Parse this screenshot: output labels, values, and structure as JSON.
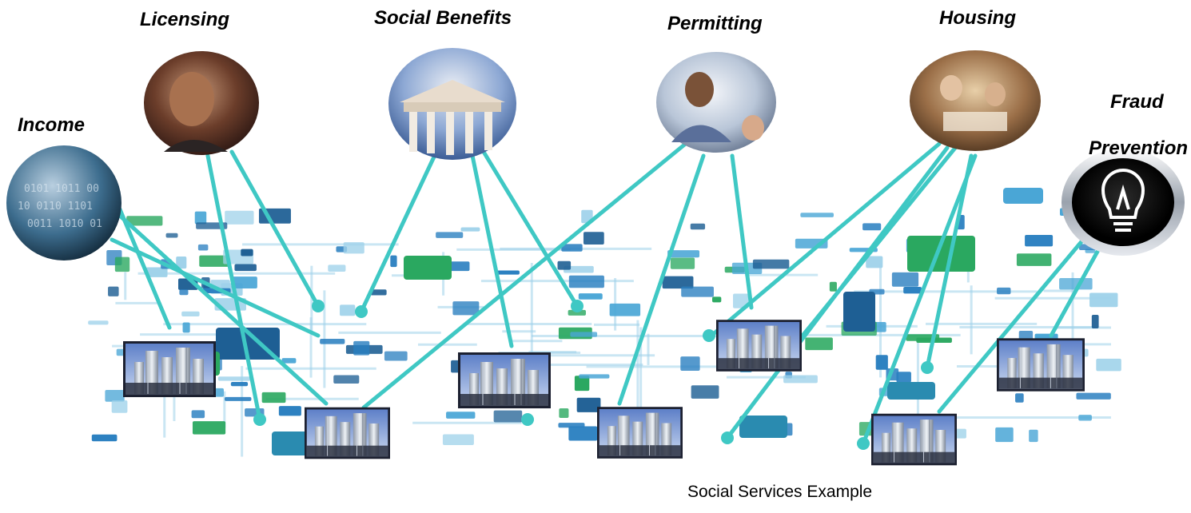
{
  "diagram": {
    "title": "",
    "caption": "Social Services Example",
    "programs": [
      {
        "id": "income",
        "label": "Income",
        "image": "binary-data-globe"
      },
      {
        "id": "licensing",
        "label": "Licensing",
        "image": "woman-headset-photo"
      },
      {
        "id": "social-benefits",
        "label": "Social Benefits",
        "image": "government-building-photo"
      },
      {
        "id": "permitting",
        "label": "Permitting",
        "image": "office-workers-photo"
      },
      {
        "id": "housing",
        "label": "Housing",
        "image": "family-meeting-photo"
      },
      {
        "id": "fraud-prevention",
        "label_lines": [
          "Fraud",
          "Prevention"
        ],
        "image": "lightbulb-icon"
      }
    ],
    "offices": [
      {
        "id": "office-1",
        "image": "office-buildings-photo"
      },
      {
        "id": "office-2",
        "image": "office-buildings-photo"
      },
      {
        "id": "office-3",
        "image": "office-buildings-photo"
      },
      {
        "id": "office-4",
        "image": "office-buildings-photo"
      },
      {
        "id": "office-5",
        "image": "office-buildings-photo"
      },
      {
        "id": "office-6",
        "image": "office-buildings-photo"
      },
      {
        "id": "office-7",
        "image": "office-buildings-photo"
      }
    ],
    "colors": {
      "connector": "#3fc8c4",
      "network_blue": "#2a7fc0",
      "network_green": "#2aa860",
      "network_light": "#9fd2ea"
    }
  }
}
